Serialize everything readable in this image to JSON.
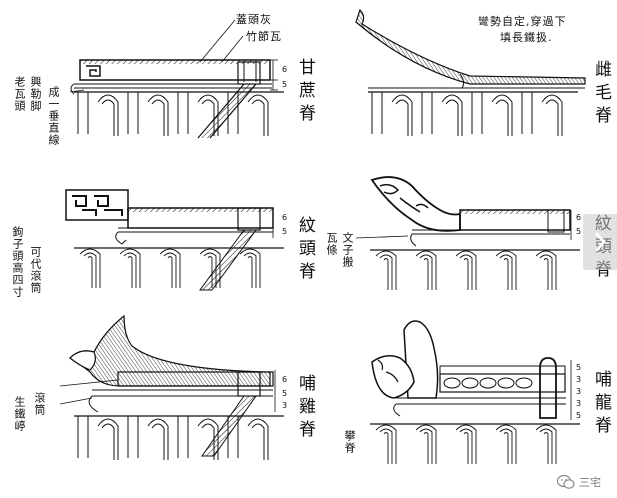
{
  "panels": {
    "p1": {
      "title": "甘蔗脊",
      "labels": {
        "top1": "蓋頭灰",
        "top2": "竹節瓦",
        "left_a": "老瓦頭",
        "left_b": "興勒脚",
        "left_c": "成一垂直線"
      },
      "dims": [
        "6",
        "5"
      ]
    },
    "p2": {
      "title": "雌毛脊",
      "labels": {
        "note1": "彎勢自定,穿過下",
        "note2": "填長鐵扱."
      }
    },
    "p3": {
      "title": "紋頭脊",
      "labels": {
        "left_a": "鉤子頭高四寸",
        "left_b": "可代滾筒"
      },
      "dims": [
        "6",
        "5"
      ]
    },
    "p4": {
      "title": "紋頭脊",
      "labels": {
        "left_a": "瓦條",
        "left_b": "文子搬"
      },
      "dims": [
        "6",
        "5"
      ]
    },
    "p5": {
      "title": "哺雞脊",
      "labels": {
        "left_a": "生鐵嵉",
        "left_b": "滾筒"
      },
      "dims": [
        "6",
        "5",
        "3"
      ]
    },
    "p6": {
      "title": "哺龍脊",
      "labels": {
        "left_a": "攀脊"
      },
      "dims": [
        "5",
        "3",
        "3",
        "3",
        "5"
      ]
    }
  },
  "nav": {
    "icon": "chevron-right-icon"
  },
  "watermark": {
    "text": "三宅",
    "icon": "wechat-icon"
  }
}
